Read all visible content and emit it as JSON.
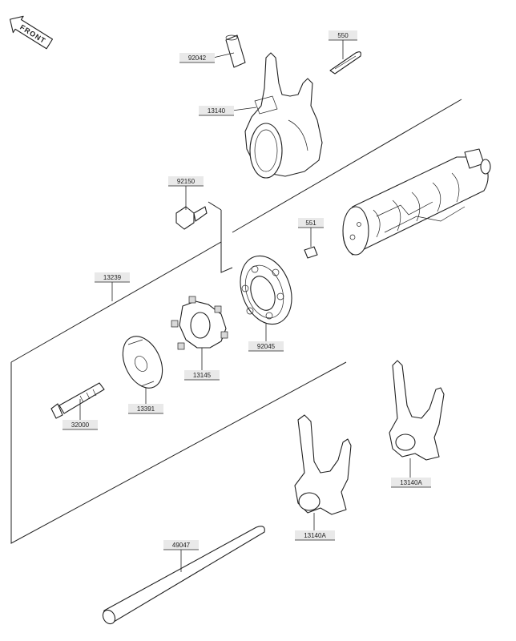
{
  "diagram": {
    "front_label": "FRONT",
    "parts": {
      "p92042": "92042",
      "p550": "550",
      "p13140": "13140",
      "p92150": "92150",
      "p551": "551",
      "p13239": "13239",
      "p92045": "92045",
      "p13145": "13145",
      "p13391": "13391",
      "p32000": "32000",
      "p13140A_right": "13140A",
      "p13140A_left": "13140A",
      "p49047": "49047"
    }
  }
}
